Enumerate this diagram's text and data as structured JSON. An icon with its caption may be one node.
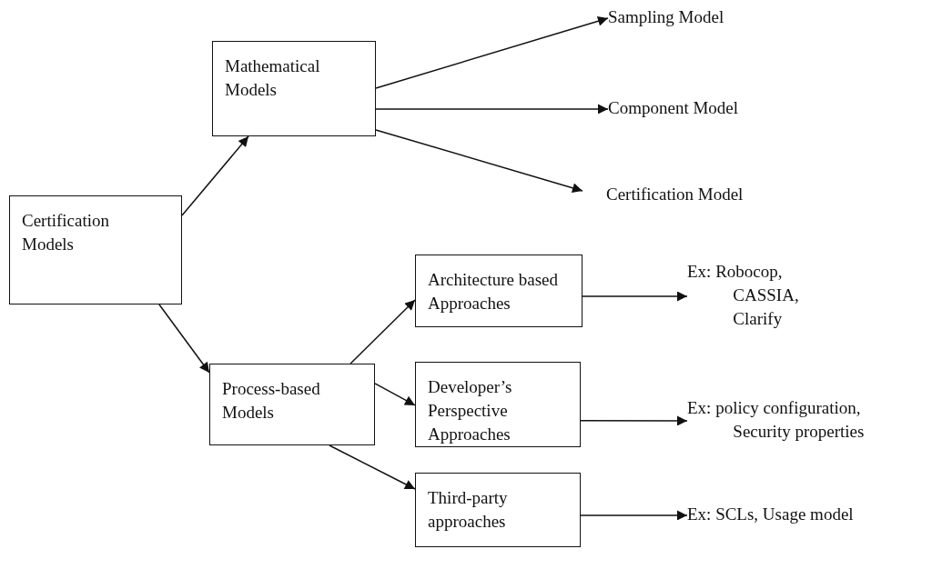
{
  "diagram": {
    "nodes": [
      {
        "text": [
          "Certification Models"
        ]
      },
      {
        "text": [
          "Mathematical Models"
        ]
      },
      {
        "text": [
          "Sampling Model"
        ]
      },
      {
        "text": [
          "Component Model"
        ]
      },
      {
        "text": [
          "Certification Model"
        ]
      },
      {
        "text": [
          "Process-based Models"
        ]
      },
      {
        "text": [
          "Architecture based Approaches"
        ]
      },
      {
        "text": [
          "Developer’s Perspective Approaches"
        ]
      },
      {
        "text": [
          "Third-party approaches"
        ]
      },
      {
        "text": [
          "Ex: Robocop, CASSIA, Clarify"
        ]
      },
      {
        "text": [
          "Ex: policy configuration, Security properties"
        ]
      },
      {
        "text": [
          "Ex: SCLs, Usage model"
        ]
      }
    ],
    "edges": [
      {
        "from": 0,
        "to": 1,
        "arrow": "to"
      },
      {
        "from": 0,
        "to": 5,
        "arrow": "to"
      },
      {
        "from": 1,
        "to": 2,
        "arrow": "to"
      },
      {
        "from": 1,
        "to": 3,
        "arrow": "to"
      },
      {
        "from": 1,
        "to": 4,
        "arrow": "to"
      },
      {
        "from": 5,
        "to": 6,
        "arrow": "to"
      },
      {
        "from": 5,
        "to": 7,
        "arrow": "to"
      },
      {
        "from": 5,
        "to": 8,
        "arrow": "to"
      },
      {
        "from": 6,
        "to": 9,
        "arrow": "to"
      },
      {
        "from": 7,
        "to": 10,
        "arrow": "to"
      },
      {
        "from": 8,
        "to": 11,
        "arrow": "to"
      }
    ]
  }
}
